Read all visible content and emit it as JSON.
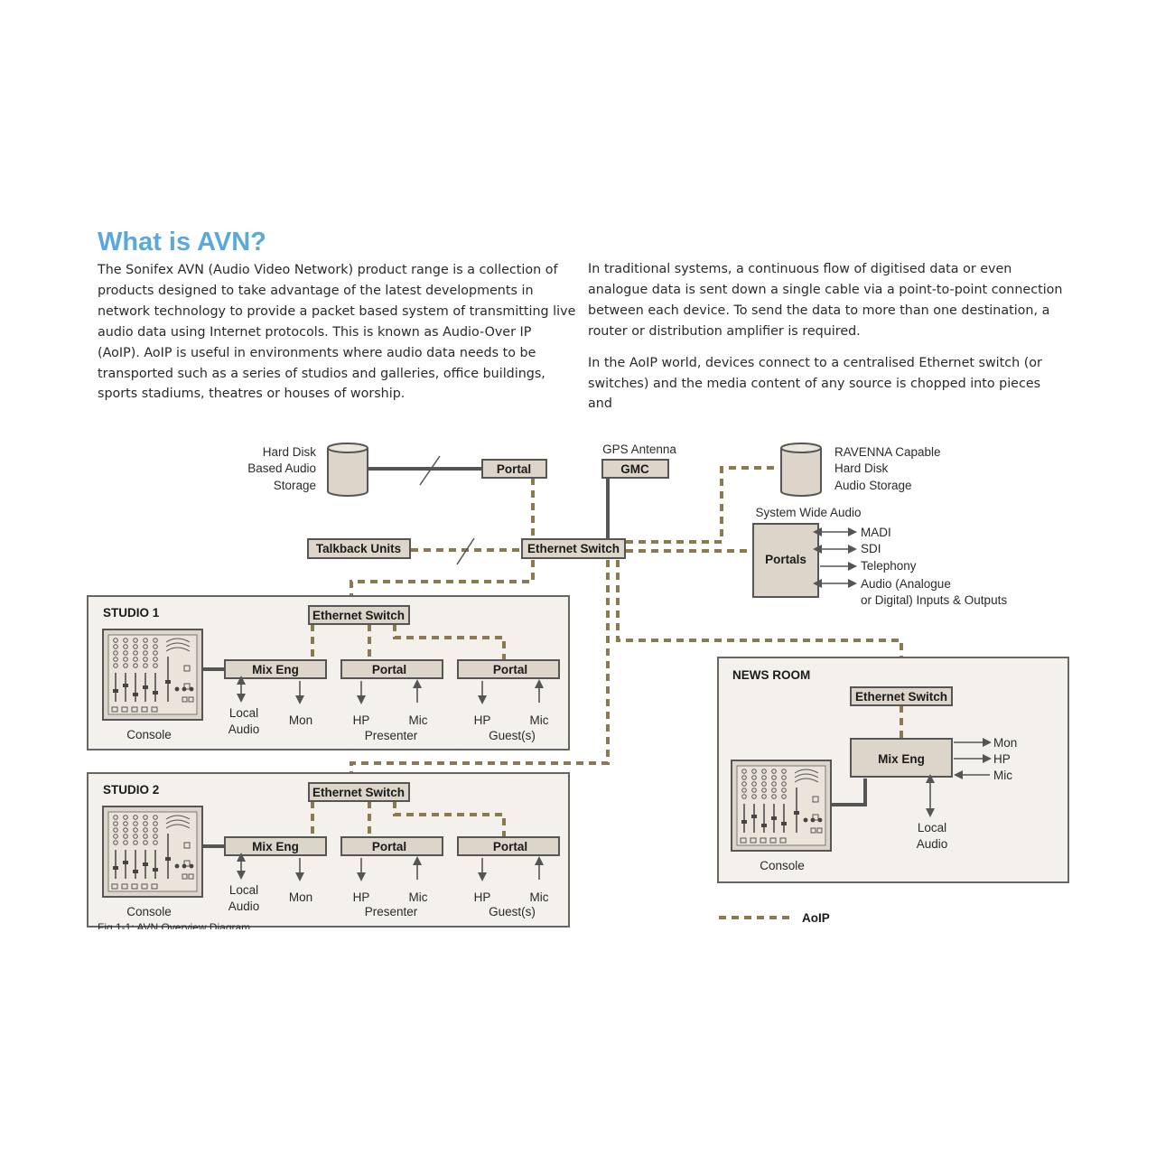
{
  "heading": "What is AVN?",
  "intro_paragraph": "The Sonifex AVN (Audio Video Network) product range is a collection of products designed to take advantage of the latest developments in network technology to provide a packet based system of transmitting live audio data using Internet protocols. This is known as Audio-Over IP (AoIP). AoIP is useful in environments where audio data needs to be transported such as a series of studios and galleries, office buildings, sports stadiums, theatres or houses of worship.",
  "paragraph_2": "In traditional systems, a continuous flow of digitised data or even analogue data is sent down a single cable via a point-to-point connection between each device. To send the data to more than one destination, a router or distribution amplifier is required.",
  "paragraph_3": "In the AoIP world, devices connect to a centralised Ethernet switch (or switches) and the media content of any source is chopped into pieces and",
  "diagram": {
    "hard_disk_label": [
      "Hard Disk",
      "Based Audio",
      "Storage"
    ],
    "portal_top": "Portal",
    "gps_antenna": "GPS Antenna",
    "gmc": "GMC",
    "ravenna_label": [
      "RAVENNA Capable",
      "Hard Disk",
      "Audio Storage"
    ],
    "system_wide_audio": "System Wide Audio",
    "portals": "Portals",
    "portal_outputs": [
      "MADI",
      "SDI",
      "Telephony",
      "Audio (Analogue",
      "or Digital) Inputs & Outputs"
    ],
    "talkback_units": "Talkback Units",
    "ethernet_switch_main": "Ethernet Switch",
    "studio1": {
      "title": "STUDIO 1",
      "switch": "Ethernet Switch",
      "mix_eng": "Mix Eng",
      "portal_a": "Portal",
      "portal_b": "Portal",
      "console": "Console",
      "local_audio": [
        "Local",
        "Audio"
      ],
      "mon": "Mon",
      "hp_a": "HP",
      "mic_a": "Mic",
      "presenter": "Presenter",
      "hp_b": "HP",
      "mic_b": "Mic",
      "guests": "Guest(s)"
    },
    "studio2": {
      "title": "STUDIO 2",
      "switch": "Ethernet Switch",
      "mix_eng": "Mix Eng",
      "portal_a": "Portal",
      "portal_b": "Portal",
      "console": "Console",
      "local_audio": [
        "Local",
        "Audio"
      ],
      "mon": "Mon",
      "hp_a": "HP",
      "mic_a": "Mic",
      "presenter": "Presenter",
      "hp_b": "HP",
      "mic_b": "Mic",
      "guests": "Guest(s)"
    },
    "news_room": {
      "title": "NEWS ROOM",
      "switch": "Ethernet Switch",
      "mix_eng": "Mix Eng",
      "console": "Console",
      "local_audio": [
        "Local",
        "Audio"
      ],
      "outputs": [
        "Mon",
        "HP",
        "Mic"
      ]
    },
    "legend_aoip": "AoIP",
    "caption_partial": "Fig 1-1: AVN Overview Diagram"
  }
}
